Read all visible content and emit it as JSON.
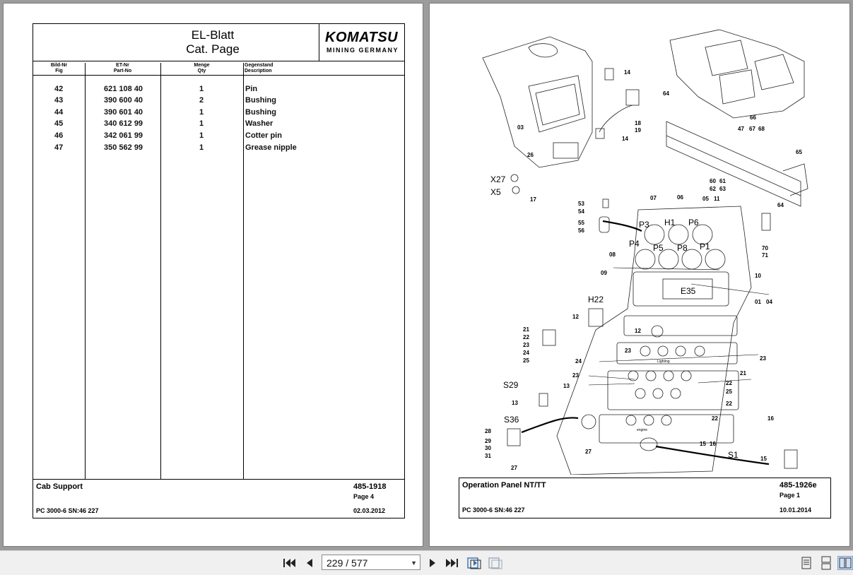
{
  "left_page": {
    "header_title_1": "EL-Blatt",
    "header_title_2": "Cat. Page",
    "logo_main": "KOMATSU",
    "logo_sub": "MINING GERMANY",
    "columns": [
      {
        "de": "Bild-Nr",
        "en": "Fig"
      },
      {
        "de": "ET-Nr",
        "en": "Part-No"
      },
      {
        "de": "Menge",
        "en": "Qty"
      },
      {
        "de": "Gegenstand",
        "en": "Description"
      }
    ],
    "rows": [
      {
        "fig": "42",
        "part_no": "621 108 40",
        "qty": "1",
        "description": "Pin"
      },
      {
        "fig": "43",
        "part_no": "390 600 40",
        "qty": "2",
        "description": "Bushing"
      },
      {
        "fig": "44",
        "part_no": "390 601 40",
        "qty": "1",
        "description": "Bushing"
      },
      {
        "fig": "45",
        "part_no": "340 612 99",
        "qty": "1",
        "description": "Washer"
      },
      {
        "fig": "46",
        "part_no": "342 061 99",
        "qty": "1",
        "description": "Cotter pin"
      },
      {
        "fig": "47",
        "part_no": "350 562 99",
        "qty": "1",
        "description": "Grease nipple"
      }
    ],
    "footer": {
      "title": "Cab Support",
      "doc_no": "485-1918",
      "page": "Page 4",
      "model": "PC 3000-6 SN:46 227",
      "date": "02.03.2012"
    }
  },
  "right_page": {
    "footer": {
      "title": "Operation Panel  NT/TT",
      "doc_no": "485-1926e",
      "page": "Page 1",
      "model": "PC 3000-6 SN:46 227",
      "date": "10.01.2014"
    },
    "diagram_labels": {
      "l14a": "14",
      "l18": "18",
      "l19": "19",
      "l14b": "14",
      "l64a": "64",
      "l66": "66",
      "l47": "47",
      "l67": "67",
      "l68": "68",
      "l65": "65",
      "l03": "03",
      "l26": "26",
      "x27": "X27",
      "x5": "X5",
      "l17": "17",
      "l60": "60",
      "l61": "61",
      "l62": "62",
      "l63": "63",
      "l64b": "64",
      "l53": "53",
      "l54": "54",
      "l55": "55",
      "l56": "56",
      "l07": "07",
      "l06": "06",
      "l05": "05",
      "l11": "11",
      "p3": "P3",
      "h1": "H1",
      "p6": "P6",
      "l70": "70",
      "l71": "71",
      "p4": "P4",
      "p5": "P5",
      "p8": "P8",
      "p1": "P1",
      "l08": "08",
      "l09": "09",
      "l10": "10",
      "e35": "E35",
      "l01": "01",
      "l04": "04",
      "h22": "H22",
      "l12a": "12",
      "l12b": "12",
      "l21a": "21",
      "l22a": "22",
      "l23a": "23",
      "l24a": "24",
      "l25a": "25",
      "l23b": "23",
      "l24b": "24",
      "l23c": "23",
      "l23d": "23",
      "l21b": "21",
      "s29": "S29",
      "l13a": "13",
      "l13b": "13",
      "l22b": "22",
      "l25b": "25",
      "l22c": "22",
      "s36": "S36",
      "l28": "28",
      "l29": "29",
      "l30": "30",
      "l31": "31",
      "l27a": "27",
      "l27b": "27",
      "l22d": "22",
      "l16": "16",
      "l15": "15",
      "l16b": "16",
      "s1": "S1",
      "l15b": "15",
      "lighting": "Lighting",
      "engine": "engine"
    }
  },
  "toolbar": {
    "page_indicator": "229 / 577"
  }
}
